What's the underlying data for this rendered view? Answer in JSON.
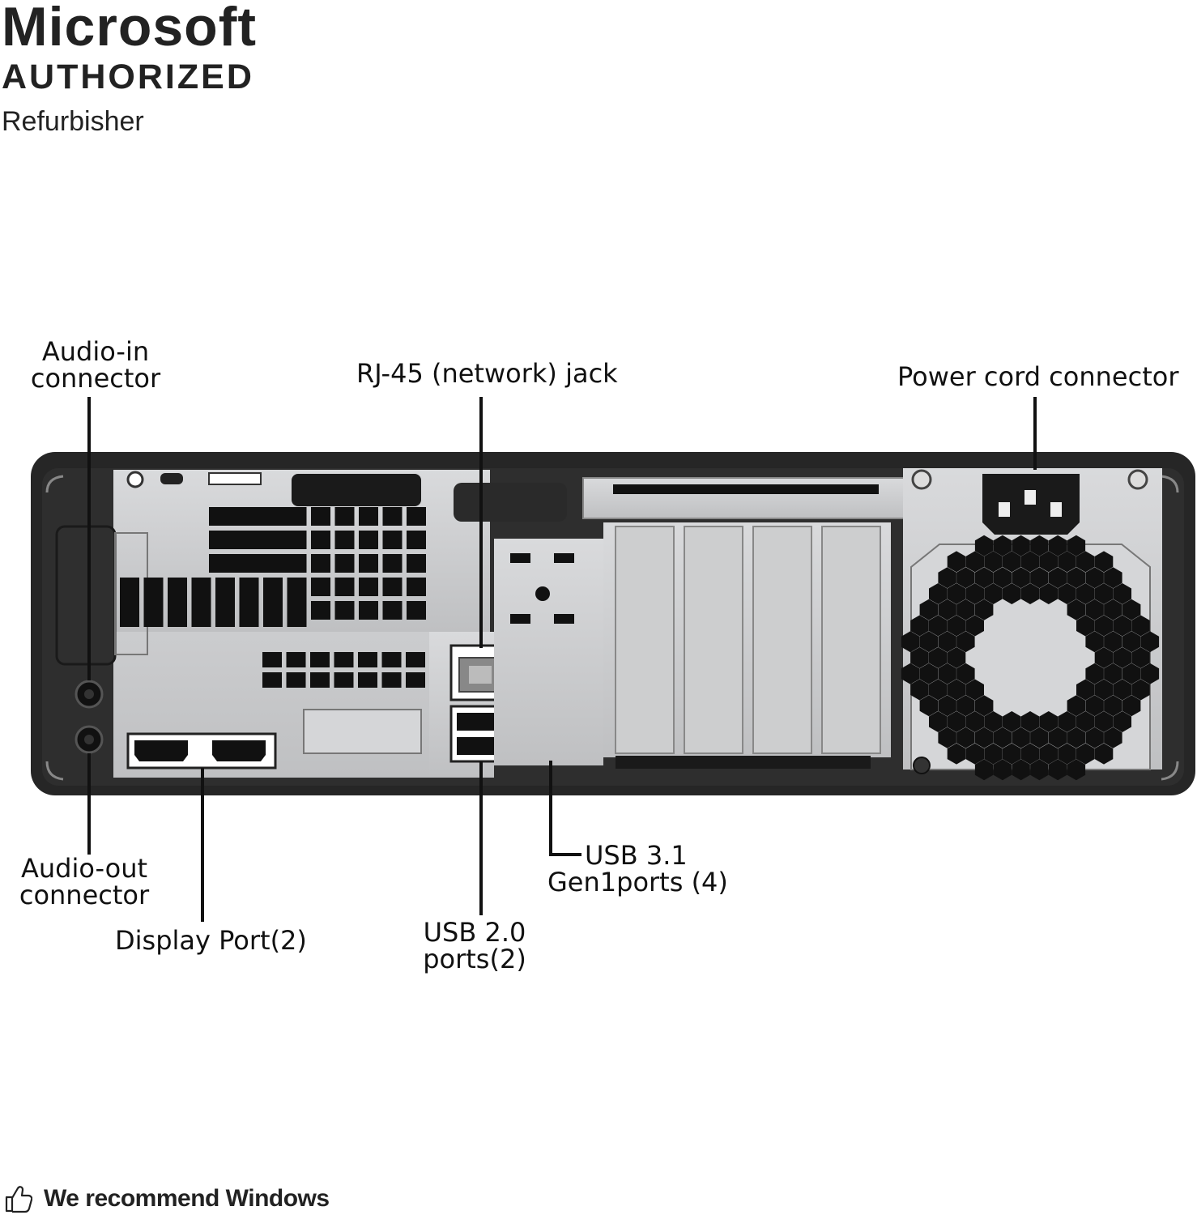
{
  "badge": {
    "line1": "Microsoft",
    "line2": "AUTHORIZED",
    "line3": "Refurbisher"
  },
  "labels": {
    "audio_in": [
      "Audio-in",
      "connector"
    ],
    "rj45": "RJ-45 (network) jack",
    "power": "Power cord connector",
    "audio_out": [
      "Audio-out",
      "connector"
    ],
    "display_port": "Display Port(2)",
    "usb20": [
      "USB 2.0",
      "ports(2)"
    ],
    "usb31": [
      "USB 3.1",
      "Gen1ports (4)"
    ]
  },
  "footer": {
    "icon": "thumbs-up-icon",
    "text": "We recommend Windows"
  },
  "colors": {
    "chassis": "#2a2a2a",
    "panel": "#c9cacc",
    "panel_light": "#d8d9db",
    "vent": "#111111"
  }
}
